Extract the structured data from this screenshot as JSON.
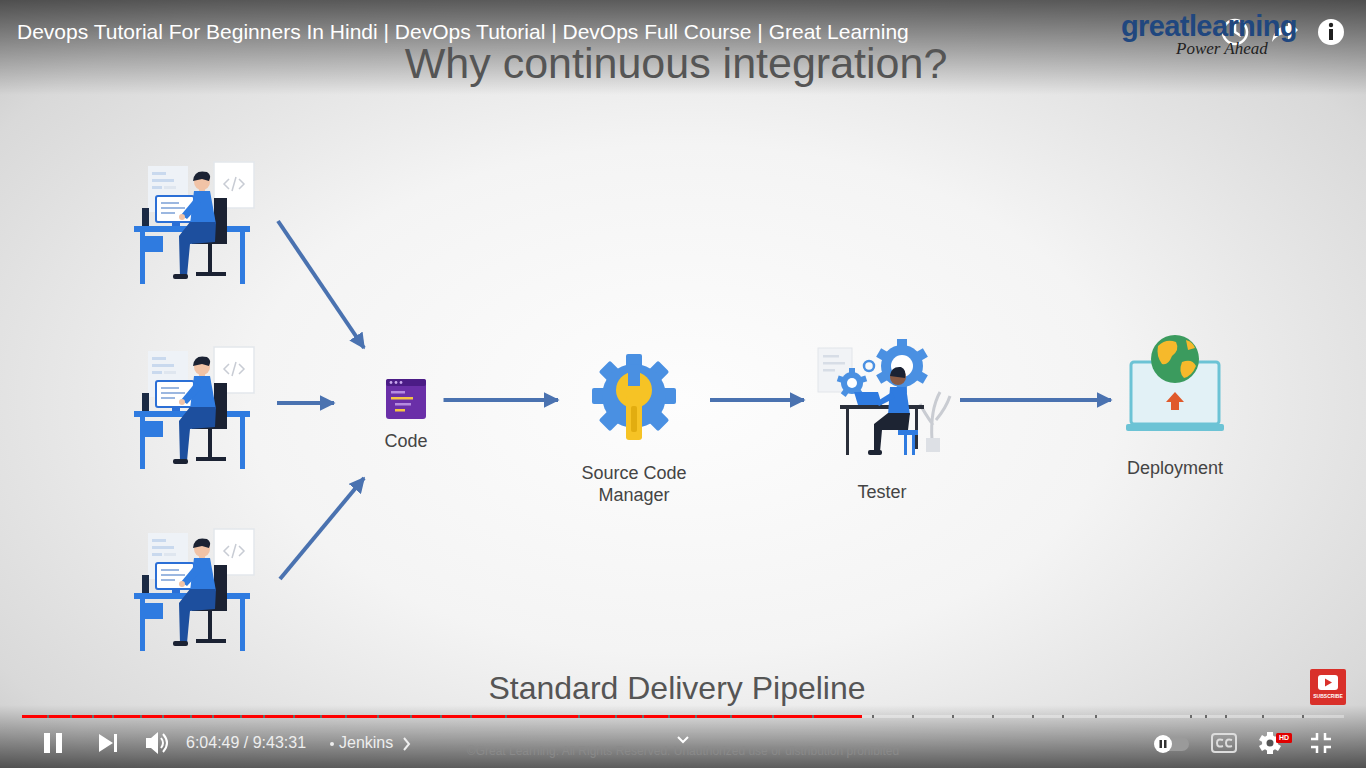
{
  "diagram": {
    "title": "Why continuous integration?",
    "caption": "Standard Delivery Pipeline",
    "nodes": [
      {
        "text": [
          "Code"
        ]
      },
      {
        "text": [
          "Source Code Manager"
        ]
      },
      {
        "text": [
          "Tester"
        ]
      },
      {
        "text": [
          "Deployment"
        ]
      }
    ],
    "edges": [
      {
        "from": 0,
        "to": 1,
        "arrow": "to"
      },
      {
        "from": 1,
        "to": 2,
        "arrow": "to"
      },
      {
        "from": 2,
        "to": 3,
        "arrow": "to"
      }
    ],
    "labels": [
      "Devops Tutorial For Beginners In Hindi | DevOps Tutorial | DevOps Full Course | Great Learning",
      "greatlearning",
      "Power Ahead",
      "SUBSCRIBE",
      "6:04:49 / 9:43:31",
      "Jenkins",
      "©Great Learning. All Rights Reserved. Unauthorized use or distribution prohibited",
      "HD"
    ]
  }
}
